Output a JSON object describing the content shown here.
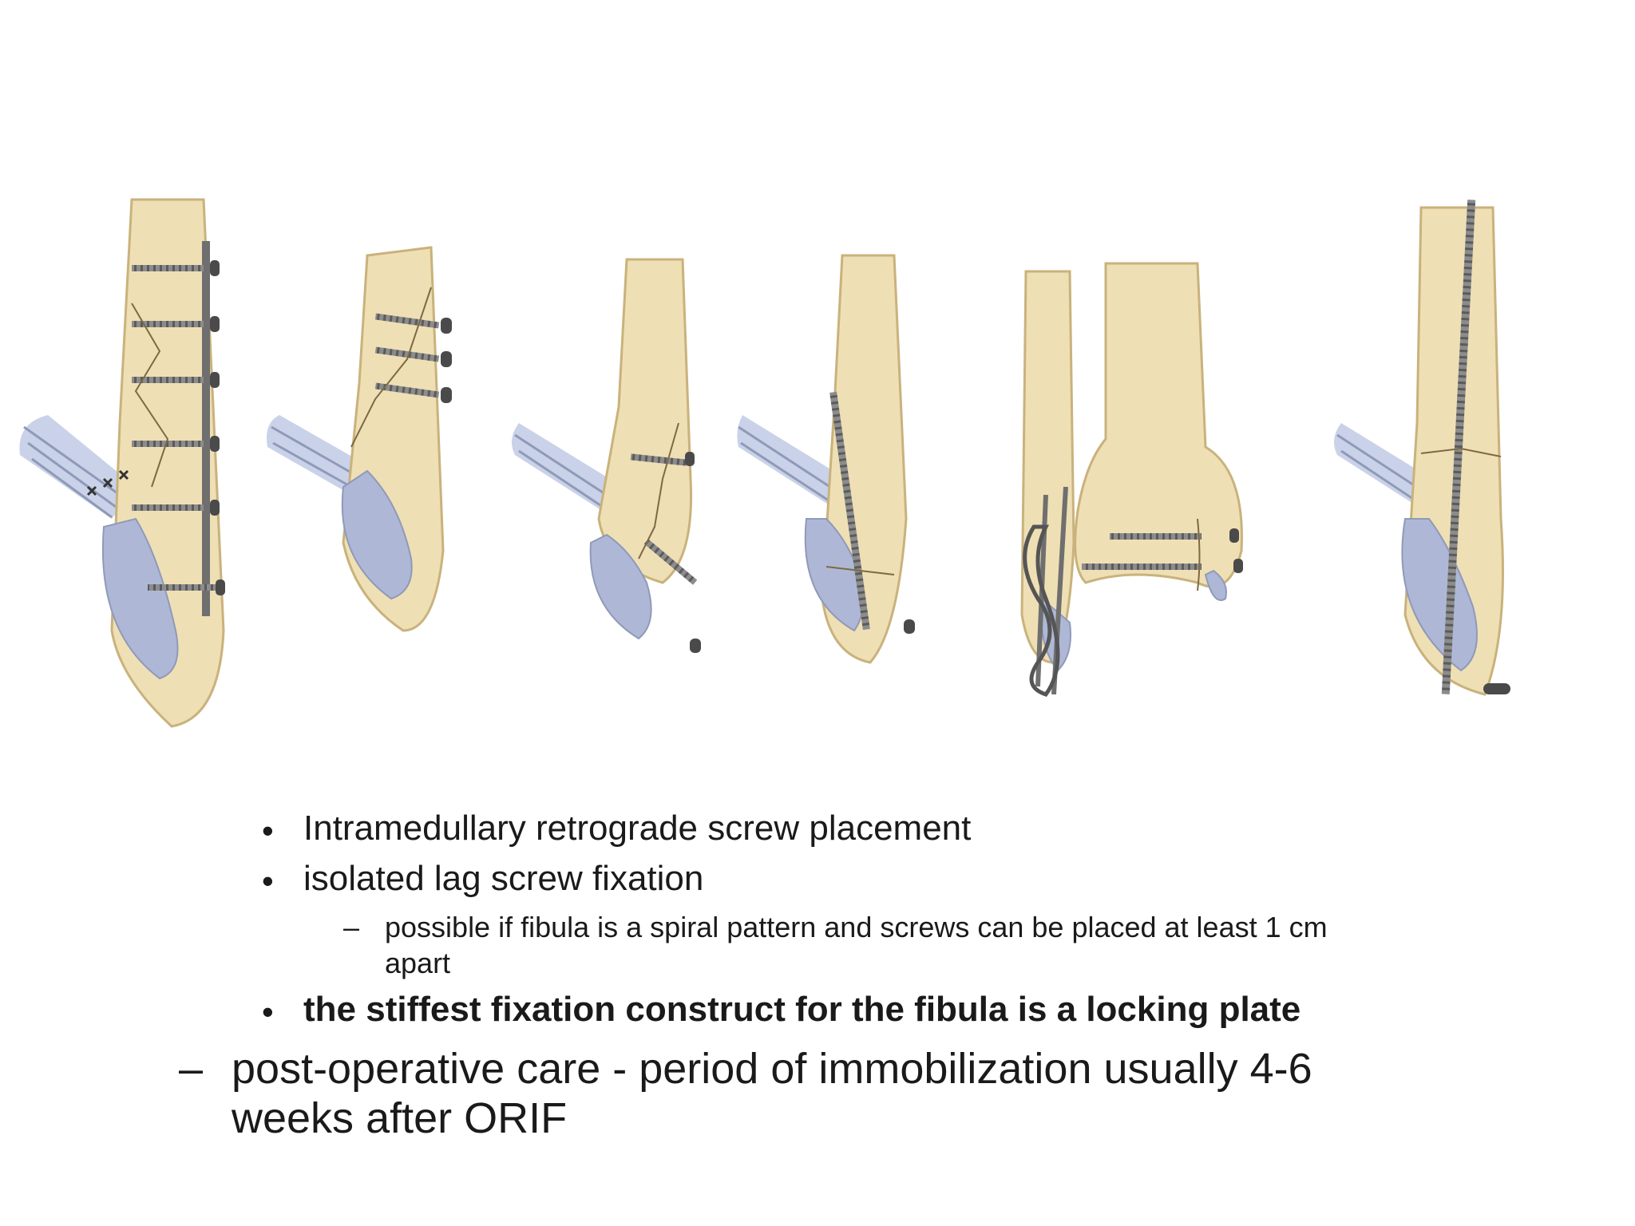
{
  "figure": {
    "icons": [
      "plate-fixation",
      "lag-screw-fixation",
      "oblique-screw-fixation",
      "intramedullary-screw-fixation",
      "tension-band-fixation",
      "intramedullary-retrograde-screw"
    ],
    "colors": {
      "bone": "#efdfb4",
      "bone_outline": "#c9b27c",
      "ligament": "#aeb8d6",
      "tendon": "#c9d2e8",
      "hardware": "#6f6f6f"
    }
  },
  "bullets": [
    {
      "text": "Intramedullary retrograde screw placement"
    },
    {
      "text": "isolated lag screw fixation"
    }
  ],
  "sub_bullet": {
    "line1": "possible if fibula is a spiral pattern and screws can be placed at least 1 cm",
    "line2": "apart"
  },
  "bold_bullet": "the stiffest fixation construct for the fibula is a locking plate",
  "main_point": {
    "line1": "post-operative care -  period of immobilization usually 4-6",
    "line2": "weeks after ORIF"
  },
  "markers": {
    "bullet": "•",
    "dash": "–"
  }
}
